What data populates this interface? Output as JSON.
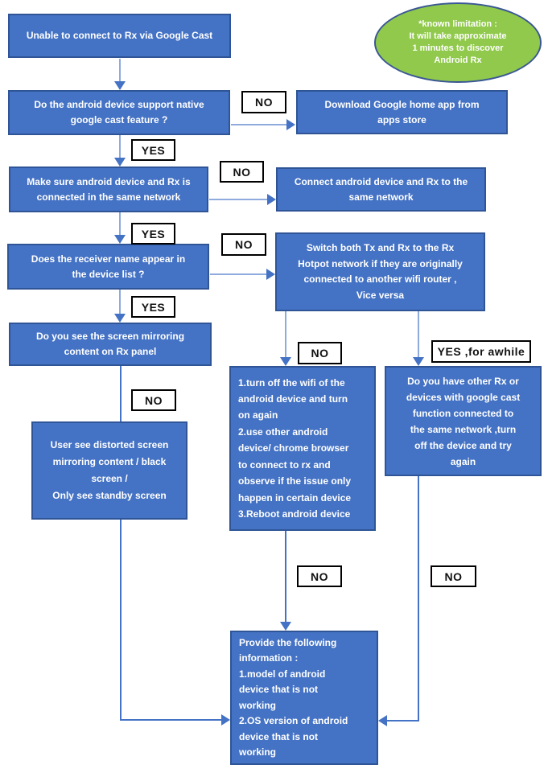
{
  "colors": {
    "node_fill": "#4472C4",
    "node_border": "#2F5597",
    "connector_light": "#8FAADC",
    "connector_dark": "#4472C4",
    "ellipse_fill": "#90C94B",
    "ellipse_border": "#3A5795",
    "label_bg": "#ffffff",
    "label_border": "#000000"
  },
  "ellipse": {
    "text": "*known limitation :\nIt will take approximate\n1 minutes to discover\nAndroid Rx"
  },
  "nodes": {
    "unable": "Unable to connect to Rx via Google Cast",
    "support_native": "Do the android device support native\ngoogle cast feature ?",
    "download_home": "Download Google home app from\napps store",
    "same_network_check": "Make sure android device and Rx is\nconnected in the same network",
    "connect_same_network": "Connect android device and Rx to the\nsame network",
    "receiver_name": "Does the receiver name appear in\nthe device list ?",
    "switch_hotpot": "Switch both Tx and Rx to the Rx\nHotpot network if they are originally\nconnected to another wifi router ,\nVice versa",
    "mirroring_content": "Do you see the screen mirroring\ncontent on Rx panel",
    "distorted_screen": "User see distorted screen\nmirroring content / black\nscreen /\nOnly see standby screen",
    "wifi_steps": "1.turn off the wifi of the\nandroid device and turn\non again\n2.use other android\ndevice/ chrome browser\nto connect to rx and\nobserve if the issue only\nhappen in certain device\n3.Reboot android device",
    "other_rx": "Do you have other Rx or\ndevices with google cast\nfunction connected to\nthe same network ,turn\noff the device and try\nagain",
    "provide_info": "Provide the following\ninformation :\n1.model of android\ndevice that is not\nworking\n2.OS version of android\ndevice that is not\nworking"
  },
  "labels": {
    "no_support": "NO",
    "yes_support": "YES",
    "no_network": "NO",
    "yes_network": "YES",
    "no_receiver": "NO",
    "yes_receiver": "YES",
    "no_mirroring": "NO",
    "no_wifi": "NO",
    "yes_awhile": "YES ,for awhile",
    "no_steps": "NO",
    "no_other_rx": "NO"
  }
}
